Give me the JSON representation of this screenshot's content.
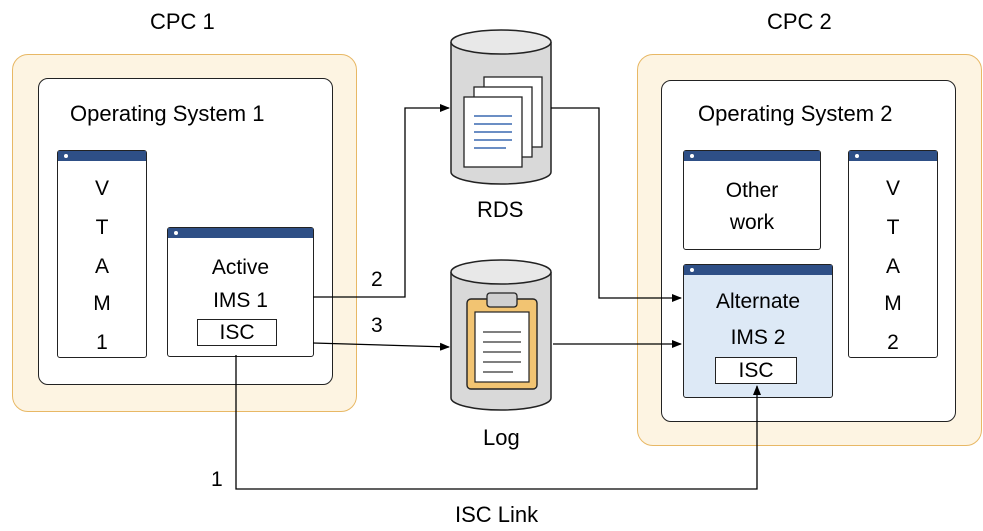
{
  "cpc1": {
    "title": "CPC 1",
    "os_title": "Operating System 1",
    "vtam_letters": [
      "V",
      "T",
      "A",
      "M",
      "1"
    ],
    "ims": {
      "line1": "Active",
      "line2": "IMS 1",
      "isc": "ISC"
    }
  },
  "cpc2": {
    "title": "CPC 2",
    "os_title": "Operating System 2",
    "other_work": {
      "line1": "Other",
      "line2": "work"
    },
    "vtam_letters": [
      "V",
      "T",
      "A",
      "M",
      "2"
    ],
    "ims": {
      "line1": "Alternate",
      "line2": "IMS 2",
      "isc": "ISC"
    }
  },
  "rds": {
    "label": "RDS"
  },
  "log": {
    "label": "Log"
  },
  "arrows": {
    "n1": "1",
    "n2": "2",
    "n3": "3"
  },
  "isc_link": {
    "label": "ISC Link"
  },
  "colors": {
    "cpc_fill": "#fdf4e2",
    "cpc_border": "#e8b865",
    "window_bar": "#2e4f86",
    "alternate_fill": "#dde9f6",
    "cylinder_fill": "#d9d9d9",
    "clipboard": "#f2c472"
  }
}
